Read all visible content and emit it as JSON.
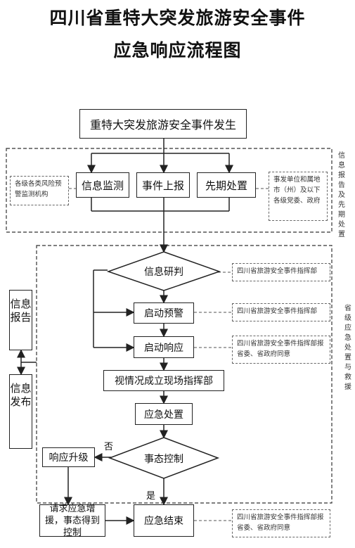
{
  "title": {
    "line1": "四川省重特大突发旅游安全事件",
    "line2": "应急响应流程图"
  },
  "nodes": {
    "start": "重特大突发旅游安全事件发生",
    "monitor": "信息监测",
    "report": "事件上报",
    "first_response": "先期处置",
    "judge": "信息研判",
    "warning": "启动预警",
    "response": "启动响应",
    "field_command": "视情况成立现场指挥部",
    "handling": "应急处置",
    "control": "事态控制",
    "upgrade": "响应升级",
    "request": "请求应急增援，事态得到控制",
    "end": "应急结束"
  },
  "side_notes": {
    "monitor_org": "各级各类风险预警监测机构",
    "first_resp_org": "事发单位和属地市（州）及以下各级党委、政府",
    "hq1": "四川省旅游安全事件指挥部",
    "hq2": "四川省旅游安全事件指挥部",
    "hq3": "四川省旅游安全事件指挥部报省委、省政府同意",
    "hq4": "四川省旅游安全事件指挥部报省委、省政府同意"
  },
  "section_labels": {
    "top": "信息报告及先期处置",
    "main": "省级应急处置与救援"
  },
  "left_boxes": {
    "info_report": "信息报告",
    "info_release": "信息发布"
  },
  "edge_labels": {
    "no": "否",
    "yes": "是"
  }
}
